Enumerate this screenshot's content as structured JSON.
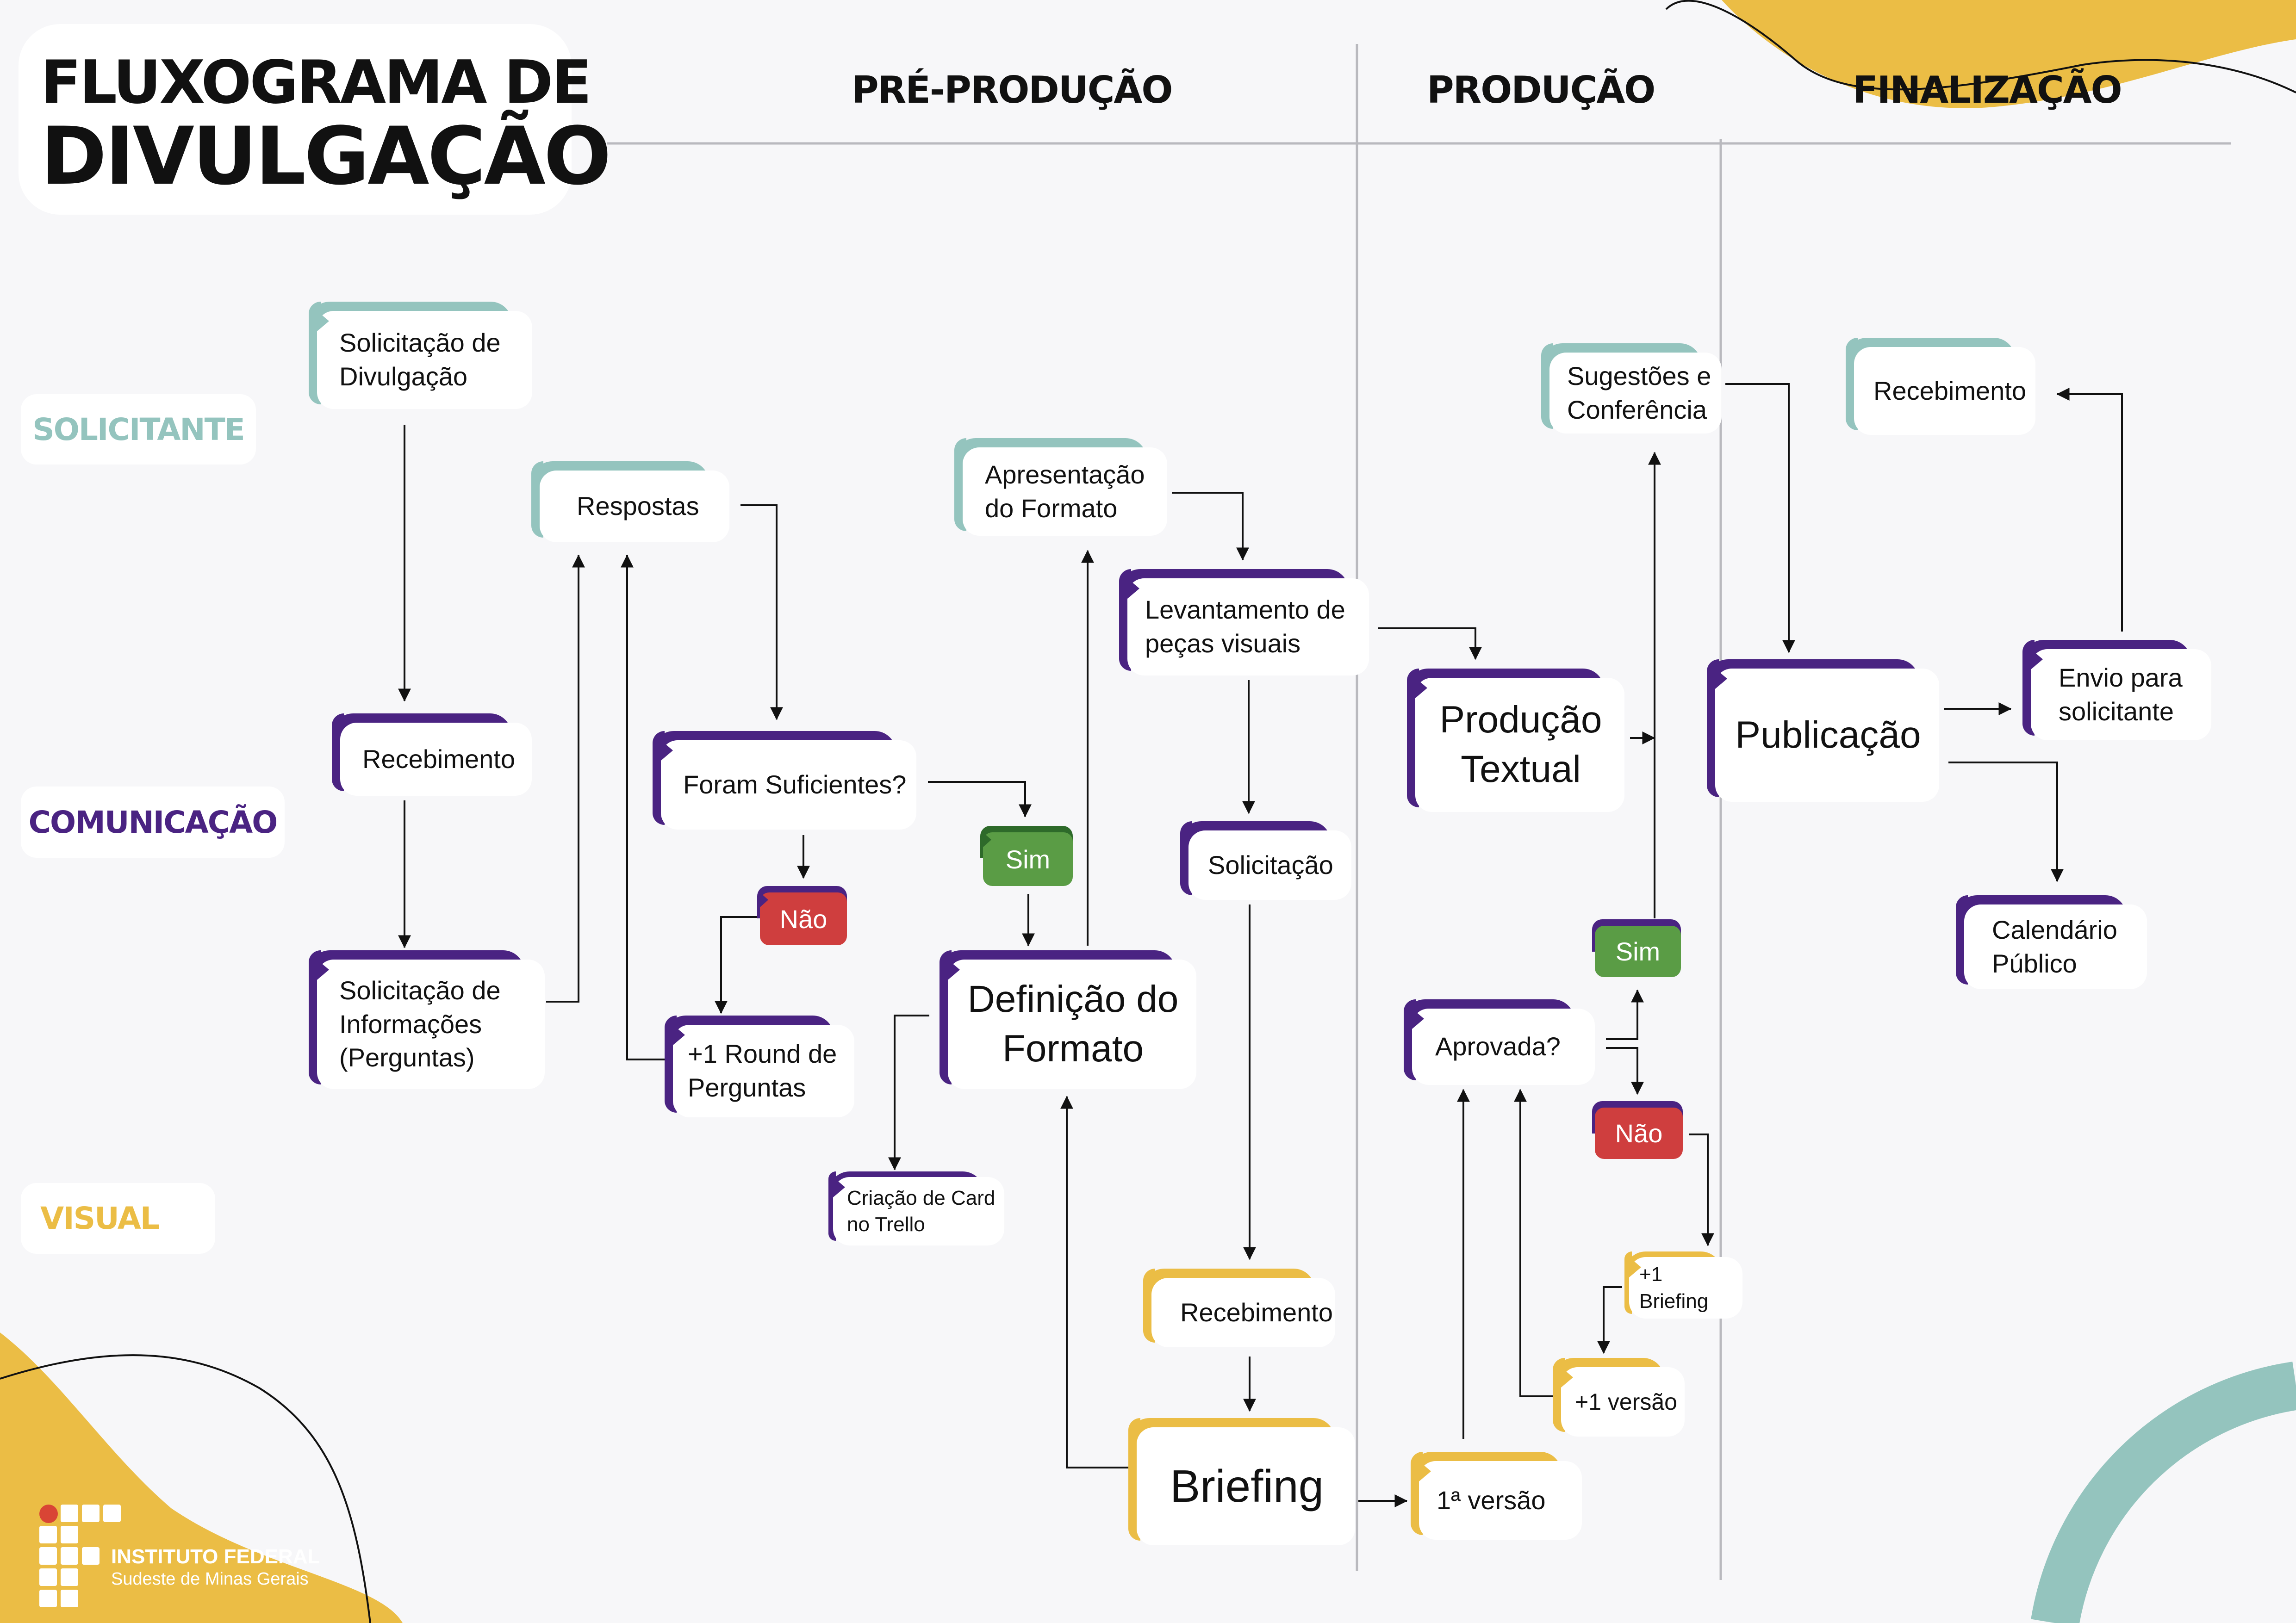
{
  "title": {
    "line1": "FLUXOGRAMA DE",
    "line2": "DIVULGAÇÃO"
  },
  "phases": {
    "pre": "PRÉ-PRODUÇÃO",
    "prod": "PRODUÇÃO",
    "final": "FINALIZAÇÃO"
  },
  "lanes": {
    "solicitante": "SOLICITANTE",
    "comunicacao": "COMUNICAÇÃO",
    "visual": "VISUAL"
  },
  "colors": {
    "solicitante": "#94c4be",
    "comunicacao": "#4a2382",
    "visual": "#ebbd45",
    "sim": "#5a9c45",
    "nao": "#cf3e3e",
    "line": "#111111",
    "divider": "#b9b9be"
  },
  "nodes": {
    "solicitacao_divulgacao": "Solicitação de\nDivulgação",
    "recebimento_com": "Recebimento",
    "solicitacao_informacoes": "Solicitação de\nInformações\n(Perguntas)",
    "respostas": "Respostas",
    "foram_suficientes": "Foram Suficientes?",
    "nao_1": "Não",
    "sim_1": "Sim",
    "round_perguntas": "+1 Round de\nPerguntas",
    "criacao_card": "Criação de Card\nno Trello",
    "apresentacao_formato": "Apresentação\ndo Formato",
    "definicao_formato": "Definição do\nFormato",
    "levantamento_pecas": "Levantamento de\npeças visuais",
    "solicitacao": "Solicitação",
    "recebimento_visual": "Recebimento",
    "briefing": "Briefing",
    "producao_textual": "Produção\nTextual",
    "aprovada": "Aprovada?",
    "sim_2": "Sim",
    "nao_2": "Não",
    "mais_briefing": "+1 Briefing",
    "mais_versao": "+1 versão",
    "primeira_versao": "1ª versão",
    "sugestoes_conferencia": "Sugestões e\nConferência",
    "publicacao": "Publicação",
    "envio_solicitante": "Envio para\nsolicitante",
    "recebimento_solicitante": "Recebimento",
    "calendario_publico": "Calendário\nPúblico"
  },
  "logo": {
    "name": "INSTITUTO FEDERAL",
    "campus": "Sudeste de Minas Gerais"
  }
}
